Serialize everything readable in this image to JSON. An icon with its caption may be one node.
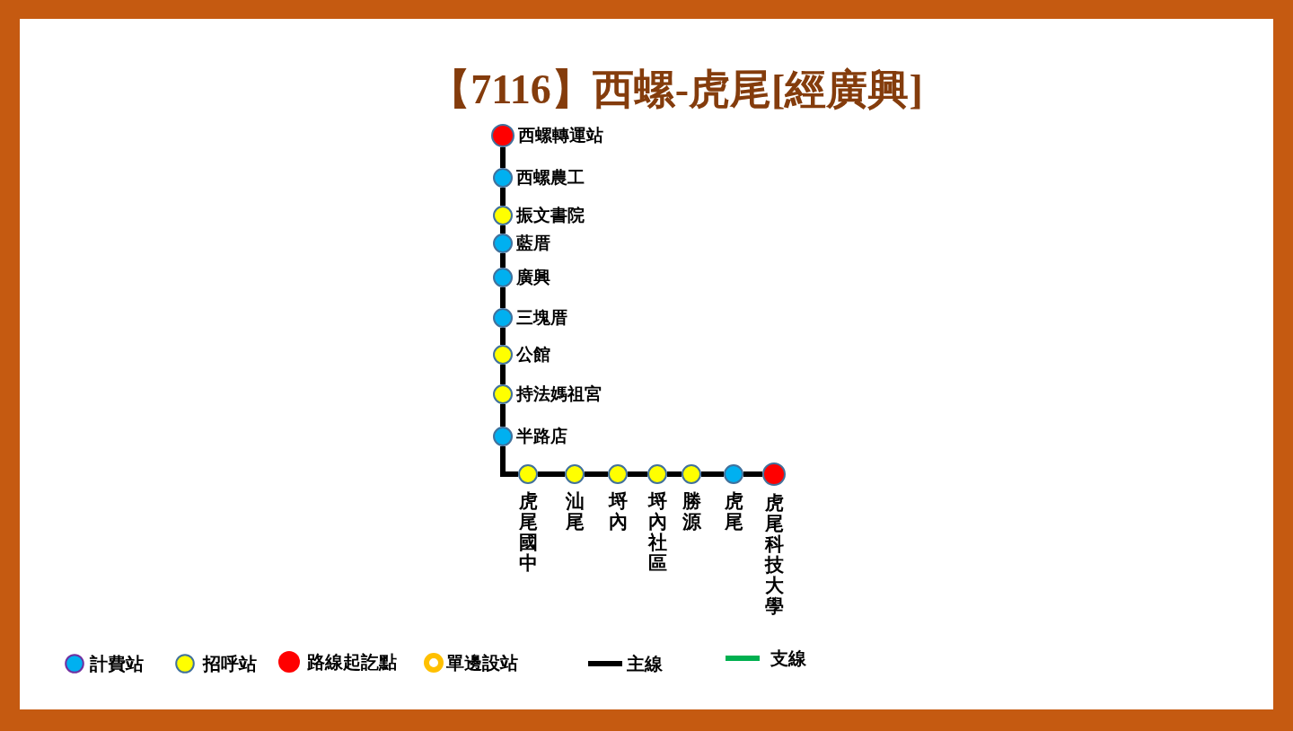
{
  "diagram": {
    "title": "【7116】西螺-虎尾[經廣興]",
    "nodes": [
      {
        "text": [
          "西螺轉運站"
        ]
      },
      {
        "text": [
          "西螺農工"
        ]
      },
      {
        "text": [
          "振文書院"
        ]
      },
      {
        "text": [
          "藍厝"
        ]
      },
      {
        "text": [
          "廣興"
        ]
      },
      {
        "text": [
          "三塊厝"
        ]
      },
      {
        "text": [
          "公館"
        ]
      },
      {
        "text": [
          "持法媽祖宮"
        ]
      },
      {
        "text": [
          "半路店"
        ]
      },
      {
        "text": [
          "虎尾國中"
        ]
      },
      {
        "text": [
          "汕尾"
        ]
      },
      {
        "text": [
          "埒內"
        ]
      },
      {
        "text": [
          "埒內社區"
        ]
      },
      {
        "text": [
          "勝源"
        ]
      },
      {
        "text": [
          "虎尾"
        ]
      },
      {
        "text": [
          "虎尾科技大學"
        ]
      }
    ],
    "edges": [
      {
        "from": 0,
        "to": 1,
        "arrow": "none"
      },
      {
        "from": 1,
        "to": 2,
        "arrow": "none"
      },
      {
        "from": 2,
        "to": 3,
        "arrow": "none"
      },
      {
        "from": 3,
        "to": 4,
        "arrow": "none"
      },
      {
        "from": 4,
        "to": 5,
        "arrow": "none"
      },
      {
        "from": 5,
        "to": 6,
        "arrow": "none"
      },
      {
        "from": 6,
        "to": 7,
        "arrow": "none"
      },
      {
        "from": 7,
        "to": 8,
        "arrow": "none"
      },
      {
        "from": 8,
        "to": 9,
        "arrow": "none"
      },
      {
        "from": 9,
        "to": 10,
        "arrow": "none"
      },
      {
        "from": 10,
        "to": 11,
        "arrow": "none"
      },
      {
        "from": 11,
        "to": 12,
        "arrow": "none"
      },
      {
        "from": 12,
        "to": 13,
        "arrow": "none"
      },
      {
        "from": 13,
        "to": 14,
        "arrow": "none"
      },
      {
        "from": 14,
        "to": 15,
        "arrow": "none"
      }
    ],
    "legend": [
      {
        "text": "計費站",
        "color": "#00b0f0"
      },
      {
        "text": "招呼站",
        "color": "#ffff00"
      },
      {
        "text": "路線起訖點",
        "color": "#ff0000"
      },
      {
        "text": "單邊設站"
      },
      {
        "text": "主線"
      },
      {
        "text": "支線"
      }
    ]
  }
}
